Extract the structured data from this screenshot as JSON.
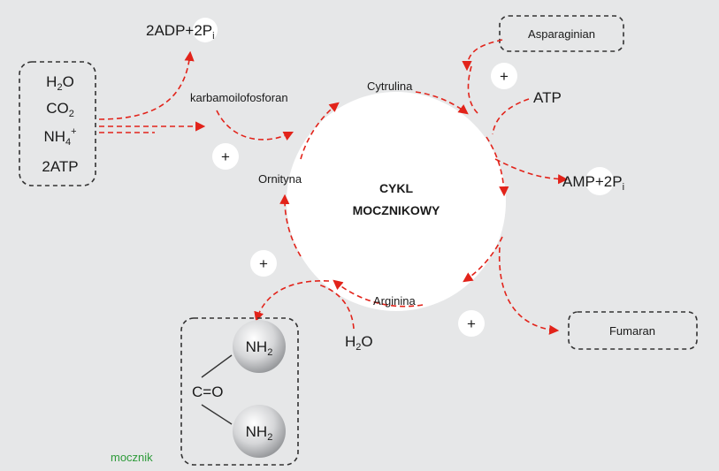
{
  "title_line1": "CYKL",
  "title_line2": "MOCZNIKOWY",
  "inputs": {
    "h2o": "H",
    "h2o_sub": "2",
    "h2o_tail": "O",
    "co2": "CO",
    "co2_sub": "2",
    "nh4": "NH",
    "nh4_sub": "4",
    "nh4_sup": "+",
    "atp": "2ATP"
  },
  "adp": {
    "main": "2ADP+2P",
    "sub": "i"
  },
  "carbamoyl": "karbamoilofosforan",
  "citrulline": "Cytrulina",
  "ornithine": "Ornityna",
  "arginine": "Arginina",
  "aspartate": "Asparaginian",
  "atp2": "ATP",
  "amp": {
    "main": "AMP+2P",
    "sub": "i"
  },
  "fumarate": "Fumaran",
  "water": {
    "main": "H",
    "sub": "2",
    "tail": "O"
  },
  "urea": {
    "nh2_top": "NH",
    "nh2_top_sub": "2",
    "nh2_bottom": "NH",
    "nh2_bottom_sub": "2",
    "carbonyl": "C=O",
    "name": "mocznik"
  },
  "plus": "+",
  "colors": {
    "arrow": "#e2231a",
    "urea_label": "#2e9b3a",
    "background": "#e6e7e8"
  }
}
